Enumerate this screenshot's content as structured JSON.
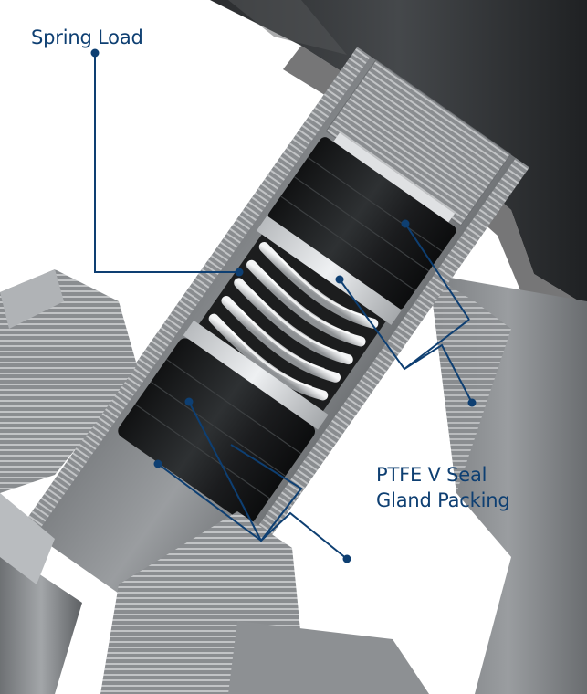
{
  "labels": {
    "spring_load": "Spring Load",
    "ptfe_line1": "PTFE V Seal",
    "ptfe_line2": "Gland Packing"
  },
  "colors": {
    "label_text": "#0e3f72",
    "leader_line": "#0e3f72",
    "background": "#ffffff"
  },
  "illustration": {
    "subject": "valve-stem-cutaway",
    "parts": [
      "actuator-housing",
      "threaded-gland-nut",
      "upper-v-seal-packing",
      "compression-spring",
      "lower-v-seal-packing",
      "valve-body",
      "valve-stem"
    ]
  }
}
